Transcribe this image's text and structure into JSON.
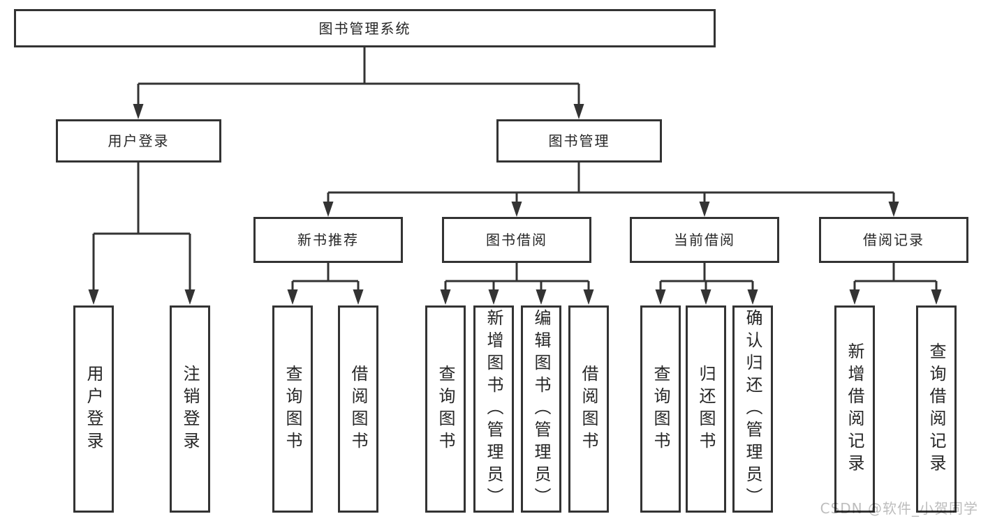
{
  "diagram": {
    "title": "图书管理系统",
    "branches": [
      {
        "label": "用户登录",
        "children": [
          {
            "label": "用户登录"
          },
          {
            "label": "注销登录"
          }
        ]
      },
      {
        "label": "图书管理",
        "children": [
          {
            "label": "新书推荐",
            "children": [
              {
                "label": "查询图书"
              },
              {
                "label": "借阅图书"
              }
            ]
          },
          {
            "label": "图书借阅",
            "children": [
              {
                "label": "查询图书"
              },
              {
                "label": "新增图书（管理员）"
              },
              {
                "label": "编辑图书（管理员）"
              },
              {
                "label": "借阅图书"
              }
            ]
          },
          {
            "label": "当前借阅",
            "children": [
              {
                "label": "查询图书"
              },
              {
                "label": "归还图书"
              },
              {
                "label": "确认归还（管理员）"
              }
            ]
          },
          {
            "label": "借阅记录",
            "children": [
              {
                "label": "新增借阅记录"
              },
              {
                "label": "查询借阅记录"
              }
            ]
          }
        ]
      }
    ],
    "watermark": "CSDN @软件_小贺同学",
    "colors": {
      "line": "#333333",
      "box_border": "#333333",
      "box_fill": "#ffffff",
      "text": "#262626",
      "watermark": "#bdbdbd",
      "background": "#ffffff"
    }
  }
}
